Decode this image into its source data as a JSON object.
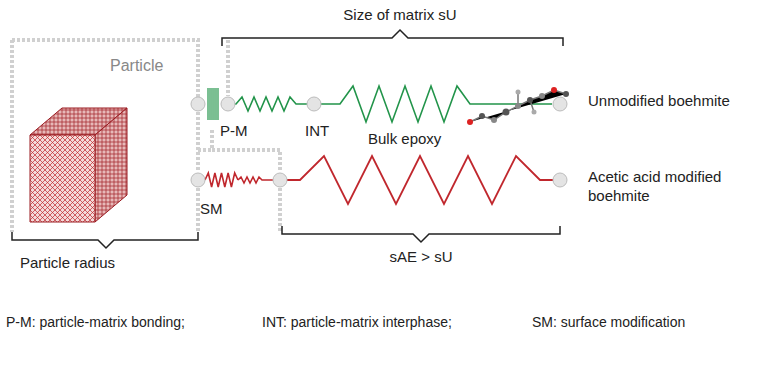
{
  "diagram": {
    "labels": [
      "Size of matrix sU",
      "Particle",
      "P-M",
      "INT",
      "Bulk epoxy",
      "Unmodified boehmite",
      "SM",
      "Acetic acid modified boehmite",
      "Particle radius",
      "sAE > sU",
      "P-M: particle-matrix bonding;",
      "INT: particle-matrix interphase;",
      "SM: surface modification"
    ]
  }
}
